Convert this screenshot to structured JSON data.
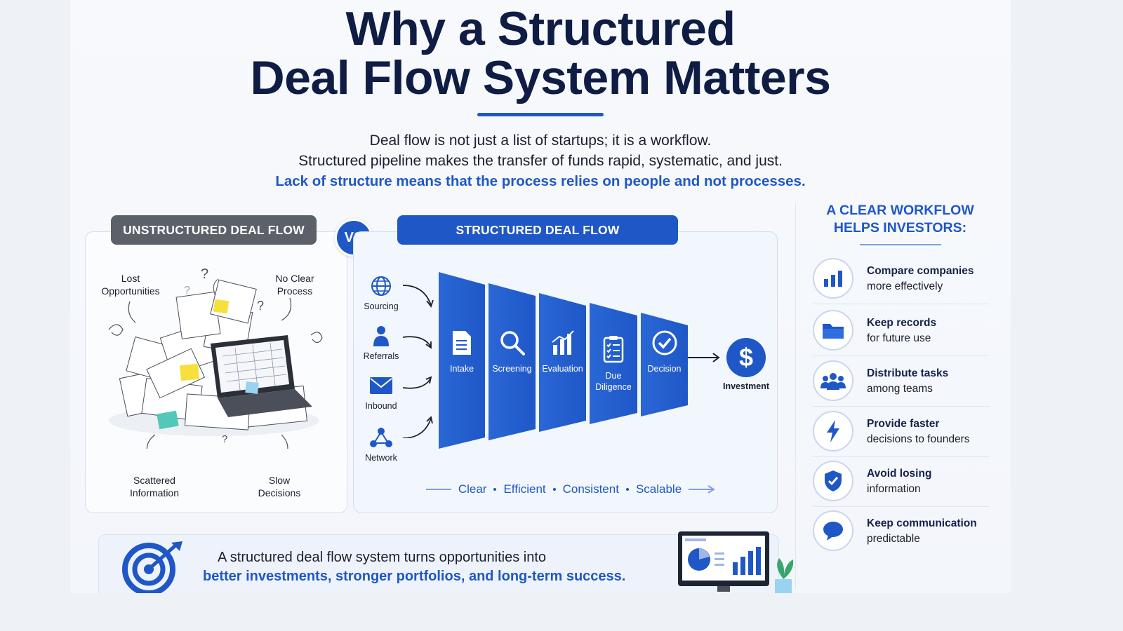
{
  "title_line1": "Why a Structured",
  "title_line2": "Deal Flow System Matters",
  "subtitle_line1": "Deal flow is not just a list of startups; it is a workflow.",
  "subtitle_line2": "Structured pipeline makes the transfer of funds rapid, systematic, and just.",
  "subtitle_line3": "Lack of structure means that the process relies on people and not processes.",
  "unstructured": {
    "tag": "UNSTRUCTURED DEAL FLOW",
    "labels": {
      "lost": "Lost\nOpportunities",
      "noclear": "No Clear\nProcess",
      "scattered": "Scattered\nInformation",
      "slow": "Slow\nDecisions"
    },
    "question_mark": "?"
  },
  "vs": "VS",
  "structured": {
    "tag": "STRUCTURED DEAL FLOW",
    "sources": [
      {
        "label": "Sourcing",
        "icon": "globe-icon"
      },
      {
        "label": "Referrals",
        "icon": "person-icon"
      },
      {
        "label": "Inbound",
        "icon": "envelope-icon"
      },
      {
        "label": "Network",
        "icon": "network-icon"
      }
    ],
    "stages": [
      {
        "label": "Intake",
        "icon": "document-icon"
      },
      {
        "label": "Screening",
        "icon": "magnifier-icon"
      },
      {
        "label": "Evaluation",
        "icon": "bar-chart-icon"
      },
      {
        "label": "Due\nDiligence",
        "icon": "checklist-icon"
      },
      {
        "label": "Decision",
        "icon": "check-circle-icon"
      }
    ],
    "outcome": "Investment",
    "outcome_symbol": "$",
    "keywords": [
      "Clear",
      "Efficient",
      "Consistent",
      "Scalable"
    ]
  },
  "right": {
    "heading": "A CLEAR WORKFLOW\nHELPS INVESTORS:",
    "items": [
      {
        "bold": "Compare companies",
        "rest": "more effectively",
        "icon": "bar-chart-icon"
      },
      {
        "bold": "Keep records",
        "rest": "for future use",
        "icon": "folder-icon"
      },
      {
        "bold": "Distribute tasks",
        "rest": "among teams",
        "icon": "team-icon"
      },
      {
        "bold": "Provide faster",
        "rest": "decisions to founders",
        "icon": "lightning-icon"
      },
      {
        "bold": "Avoid losing",
        "rest": "information",
        "icon": "shield-check-icon"
      },
      {
        "bold": "Keep communication",
        "rest": "predictable",
        "icon": "chat-bubble-icon"
      }
    ]
  },
  "banner": {
    "line1": "A structured deal flow system turns opportunities into",
    "line2": "better investments, stronger portfolios, and long-term success."
  },
  "colors": {
    "accent": "#1f57c7",
    "dark": "#0f1d44",
    "grey_tag": "#5b6069"
  }
}
